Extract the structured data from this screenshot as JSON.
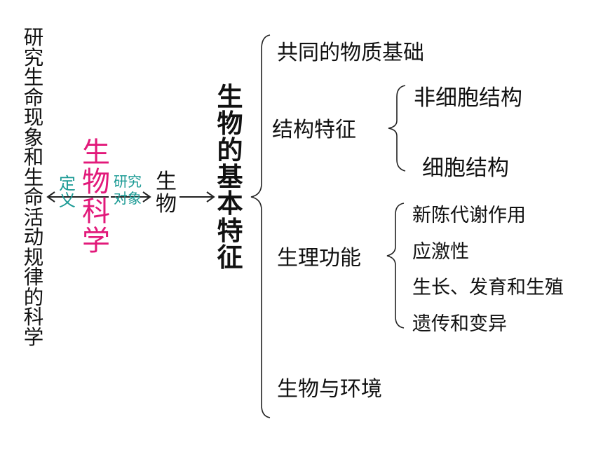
{
  "definition_text": "研究生命现象和生命活动规律的科学",
  "center_term": "生物科学",
  "label_definition": [
    "定",
    "义"
  ],
  "label_research_object": [
    "研究",
    "对象"
  ],
  "object_text": "生物",
  "characteristics_title": "生物的基本特征",
  "branches": {
    "common_basis": "共同的物质基础",
    "structure": {
      "label": "结构特征",
      "items": [
        "非细胞结构",
        "细胞结构"
      ]
    },
    "physiology": {
      "label": "生理功能",
      "items": [
        "新陈代谢作用",
        "应激性",
        "生长、发育和生殖",
        "遗传和变异"
      ]
    },
    "environment": "生物与环境"
  },
  "colors": {
    "text": "#111111",
    "center_term": "#e2197a",
    "edge_label": "#1a9a94",
    "line": "#222222"
  }
}
